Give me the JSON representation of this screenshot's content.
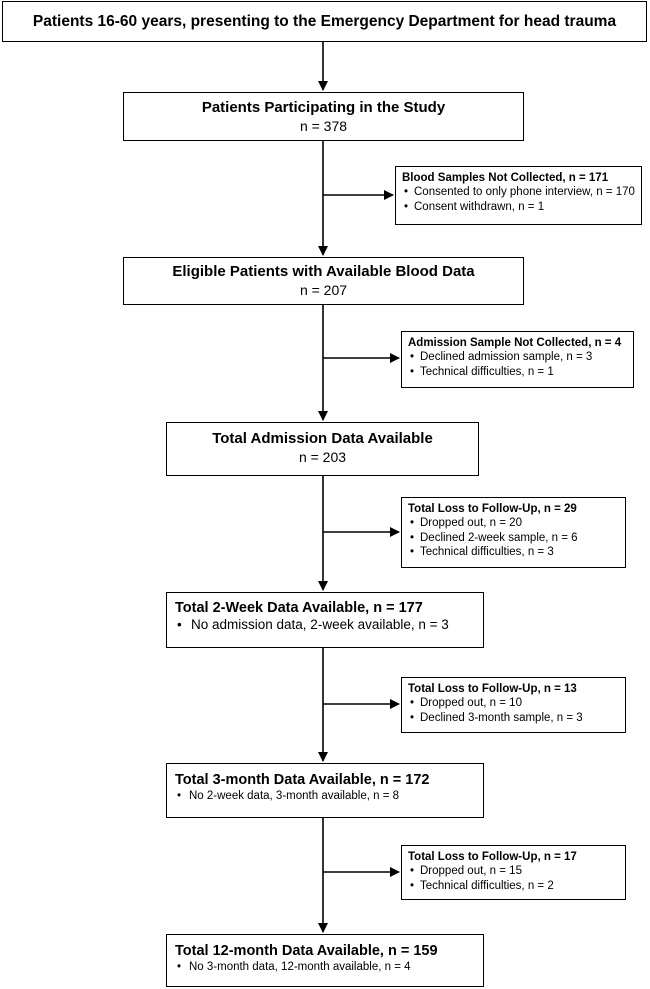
{
  "top_box": {
    "title": "Patients 16-60 years, presenting to the Emergency Department for head trauma"
  },
  "box_participating": {
    "title": "Patients Participating in the Study",
    "n": "n = 378"
  },
  "side_blood": {
    "title": "Blood Samples Not Collected, n = 171",
    "items": [
      "Consented to only phone interview, n = 170",
      "Consent withdrawn, n = 1"
    ]
  },
  "box_eligible": {
    "title": "Eligible Patients with Available Blood Data",
    "n": "n = 207"
  },
  "side_admission": {
    "title": "Admission Sample Not Collected, n = 4",
    "items": [
      "Declined admission sample, n = 3",
      "Technical difficulties, n = 1"
    ]
  },
  "box_admission": {
    "title": "Total Admission Data Available",
    "n": "n = 203"
  },
  "side_loss1": {
    "title": "Total Loss to Follow-Up, n = 29",
    "items": [
      "Dropped out, n = 20",
      "Declined 2-week sample, n = 6",
      "Technical difficulties, n =  3"
    ]
  },
  "box_2week": {
    "title": "Total 2-Week Data Available, n = 177",
    "note": "No admission data, 2-week available, n = 3"
  },
  "side_loss2": {
    "title": "Total Loss to Follow-Up, n = 13",
    "items": [
      "Dropped out, n = 10",
      "Declined 3-month sample, n = 3"
    ]
  },
  "box_3month": {
    "title": "Total 3-month Data Available, n = 172",
    "note": "No 2-week data, 3-month available, n = 8"
  },
  "side_loss3": {
    "title": "Total Loss to Follow-Up, n = 17",
    "items": [
      "Dropped out, n = 15",
      "Technical difficulties, n =  2"
    ]
  },
  "box_12month": {
    "title": "Total 12-month Data Available, n = 159",
    "note": "No 3-month data, 12-month available, n = 4"
  },
  "bullet_symbol": "•"
}
